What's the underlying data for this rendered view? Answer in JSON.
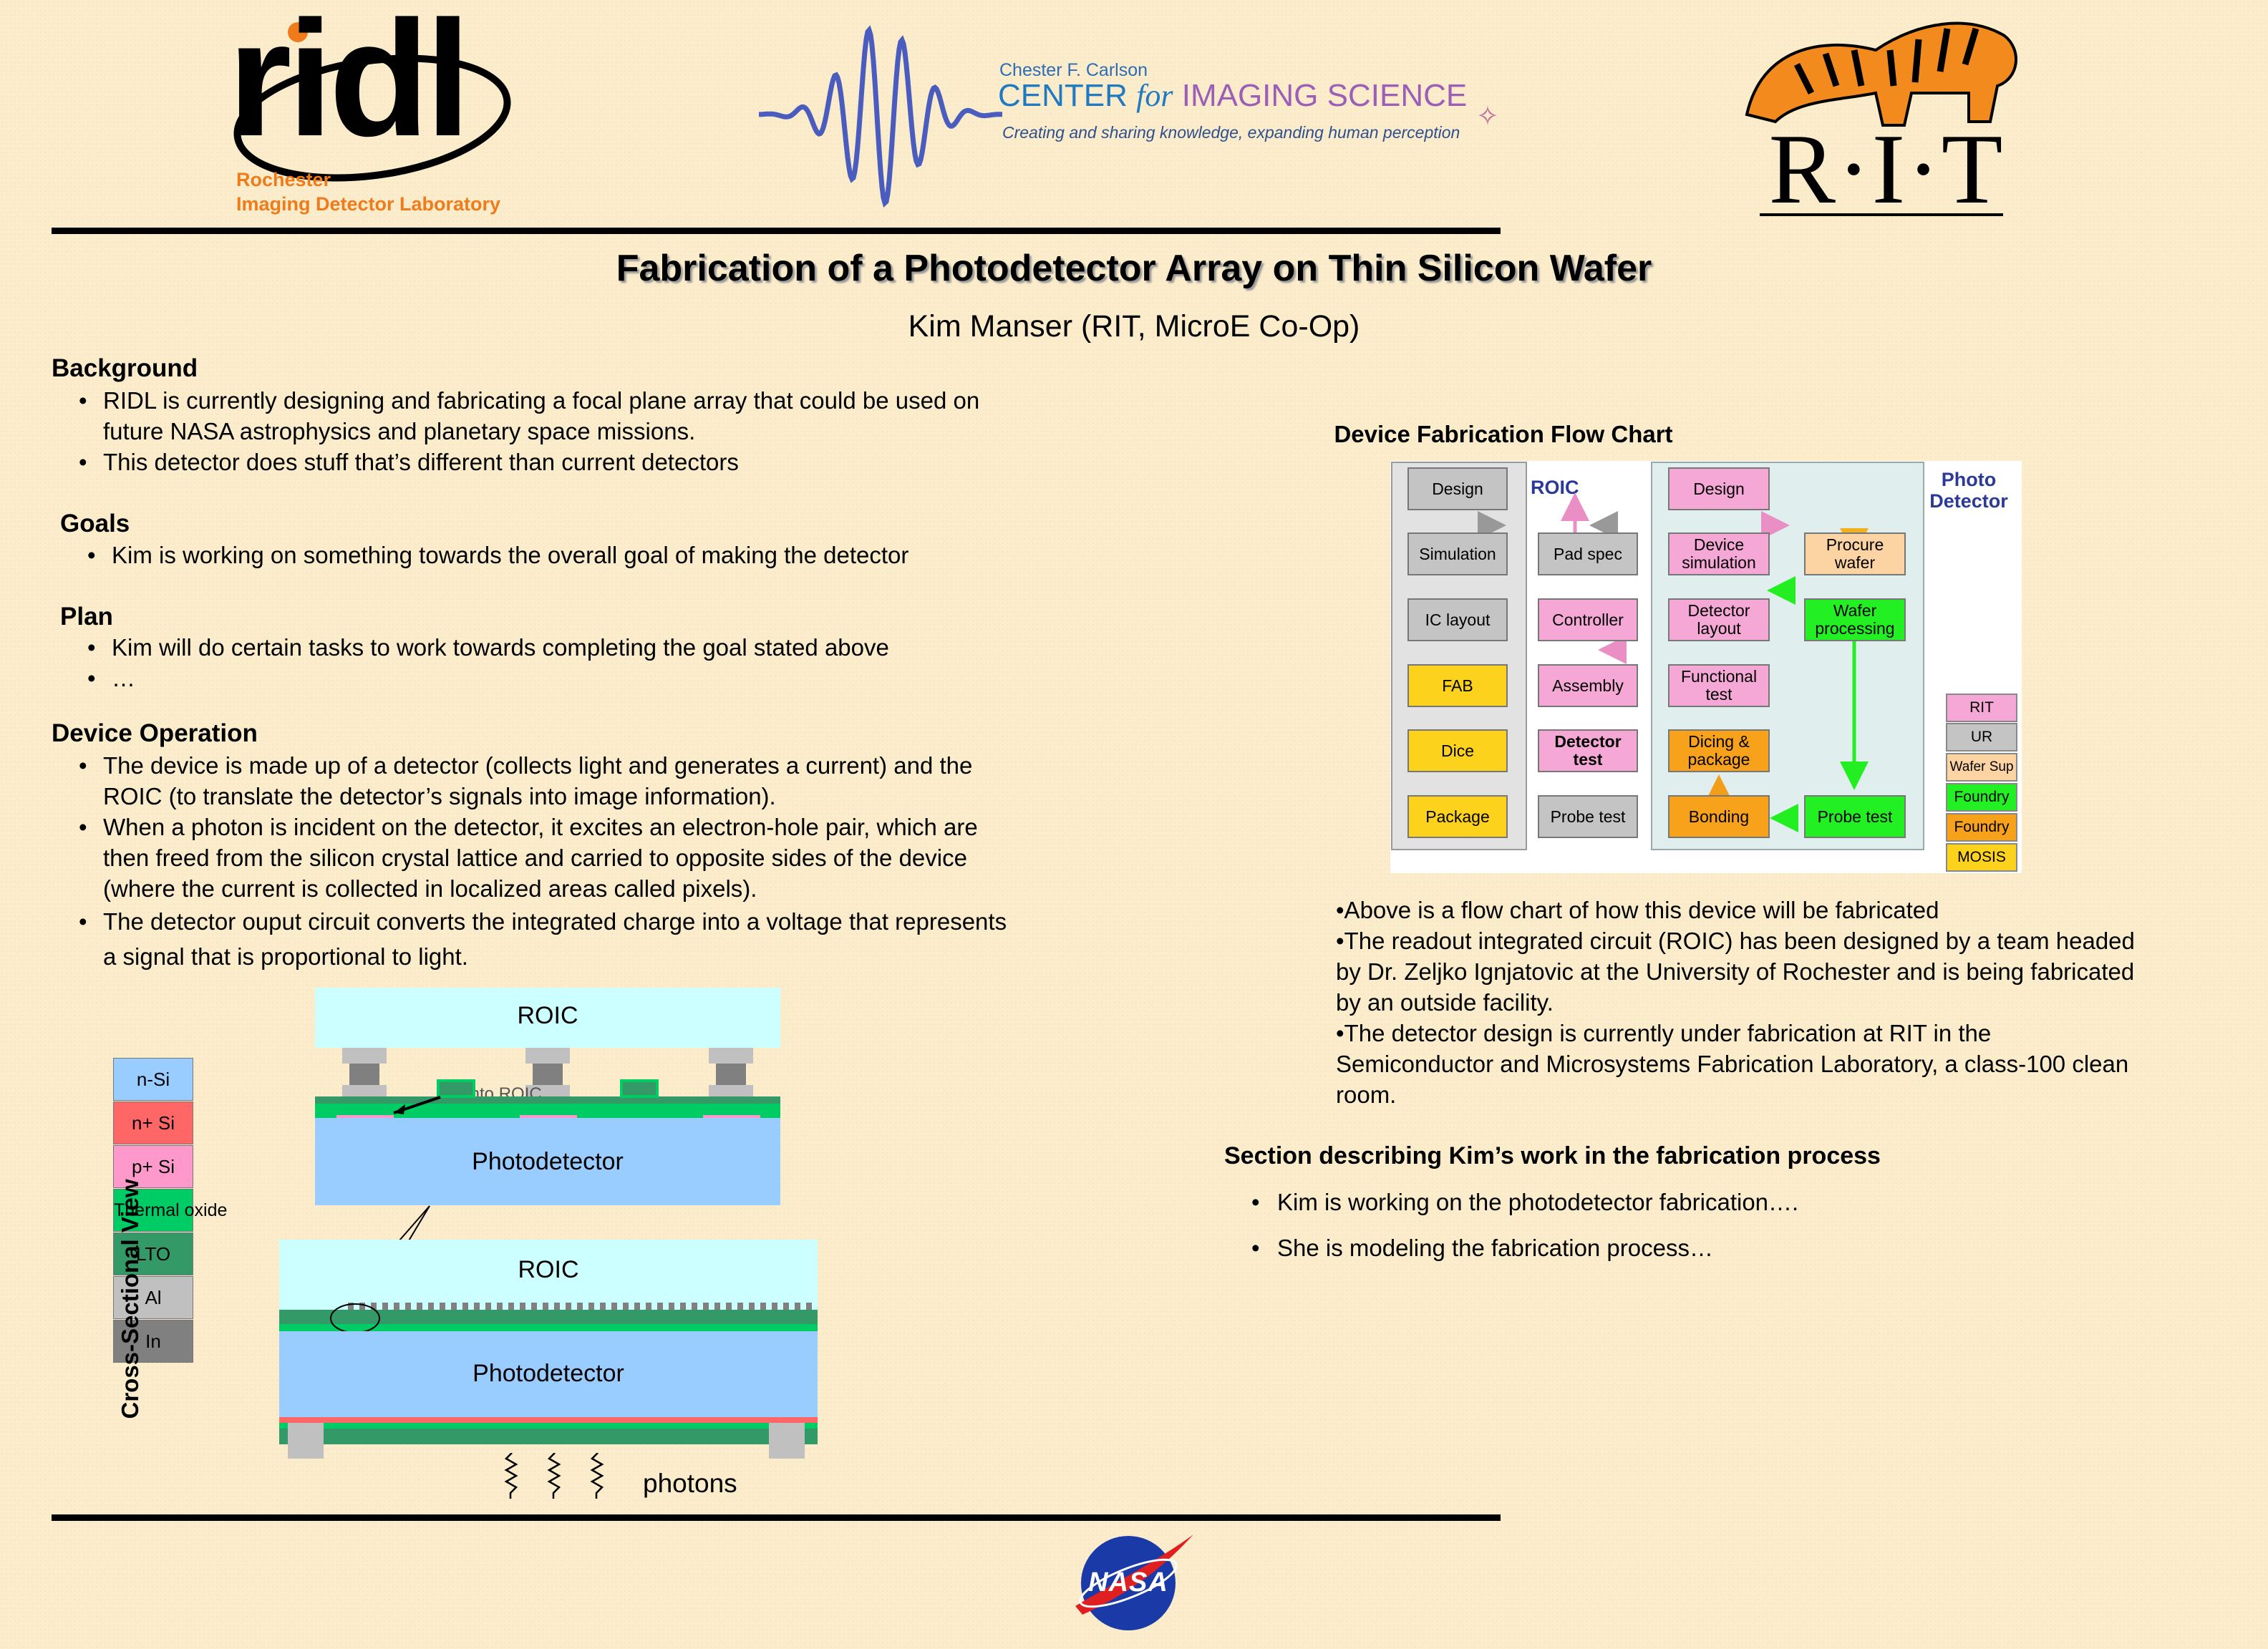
{
  "logos": {
    "ridl_mark": "ridl",
    "ridl_line1": "Rochester",
    "ridl_line2": "Imaging Detector Laboratory",
    "cis_small": "Chester F. Carlson",
    "cis_center": "CENTER",
    "cis_for": "for",
    "cis_imaging": "IMAGING SCIENCE",
    "cis_tagline": "Creating and sharing knowledge, expanding human perception",
    "rit": "R·I·T",
    "nasa": "NASA"
  },
  "title": "Fabrication of a Photodetector Array on Thin Silicon Wafer",
  "author": "Kim Manser (RIT, MicroE Co-Op)",
  "sections": {
    "background": {
      "heading": "Background",
      "items": [
        "RIDL is currently designing and fabricating a focal plane array that could be used on future NASA astrophysics and planetary space missions.",
        "This detector does stuff that’s different than current detectors"
      ]
    },
    "goals": {
      "heading": "Goals",
      "items": [
        "Kim is working on something towards the overall goal of making the detector"
      ]
    },
    "plan": {
      "heading": "Plan",
      "items": [
        "Kim will do certain tasks to work towards completing the goal stated above",
        "…"
      ]
    },
    "operation": {
      "heading": "Device Operation",
      "items": [
        "The device is made up of a detector (collects light and generates a current) and the ROIC (to translate the detector’s signals into image information).",
        "When a photon is incident on the detector, it excites an electron-hole pair, which are then freed from the silicon crystal lattice and carried to opposite sides of the device (where the current is collected in localized areas called pixels).",
        "The detector ouput circuit converts the integrated charge into a voltage that represents a signal that is proportional to light."
      ]
    }
  },
  "flowchart": {
    "title": "Device Fabrication Flow Chart",
    "roic_label": "ROIC",
    "photo_label": "Photo Detector",
    "roic_col": [
      "Design",
      "Simulation",
      "IC layout",
      "FAB",
      "Dice",
      "Package"
    ],
    "mid_col": [
      "Pad spec",
      "Controller",
      "Assembly",
      "Detector test",
      "Probe test"
    ],
    "pd_col": [
      "Design",
      "Device simulation",
      "Detector layout",
      "Functional test",
      "Dicing & package",
      "Bonding"
    ],
    "wafer_col": [
      "Procure wafer",
      "Wafer processing",
      "Probe test"
    ],
    "legend": [
      "RIT",
      "UR",
      "Wafer Sup",
      "Foundry",
      "Foundry",
      "MOSIS"
    ]
  },
  "right_text": {
    "para": [
      "•Above is a flow chart of how this device will be fabricated",
      "•The readout integrated circuit (ROIC) has been designed by a team headed by Dr. Zeljko Ignjatovic at the University of Rochester and is being fabricated by an outside facility.",
      "•The detector design is currently under fabrication at RIT in the Semiconductor and Microsystems Fabrication Laboratory, a class-100 clean room."
    ],
    "work_heading": "Section describing Kim’s work in the fabrication process",
    "work_items": [
      "Kim is working on the photodetector fabrication….",
      "She is modeling the fabrication process…"
    ]
  },
  "cross_section": {
    "layers": [
      "n-Si",
      "n+ Si",
      "p+ Si",
      "Thermal oxide",
      "LTO",
      "Al",
      "In"
    ],
    "roic": "ROIC",
    "photodetector": "Photodetector",
    "view_label": "Cross-Sectional View",
    "photons": "photons",
    "hidden_label": "Into ROIC"
  },
  "colors": {
    "background": "#fbeccb",
    "roic_cyan": "#ccffff",
    "photodetector_blue": "#99ccff",
    "n_plus_red": "#ff6666",
    "p_plus_pink": "#ff99cc",
    "thermal_oxide": "#00cc66",
    "lto": "#339966",
    "aluminum": "#c0c0c0",
    "indium": "#808080"
  }
}
